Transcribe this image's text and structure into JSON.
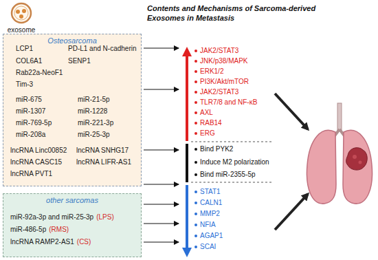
{
  "diagram": {
    "title": "Contents and Mechanisms of Sarcoma-derived Exosomes in Metastasis",
    "nodes": [
      {
        "text": [
          "exosome"
        ]
      },
      {
        "text": [
          "Osteosarcoma",
          "LCP1",
          "PD-L1 and N-cadherin",
          "COL6A1",
          "SENP1",
          "Rab22a-NeoF1",
          "Tim-3",
          "miR-675",
          "miR-21-5p",
          "miR-1307",
          "miR-1228",
          "miR-769-5p",
          "miR-221-3p",
          "miR-208a",
          "miR-25-3p",
          "lncRNA Linc00852",
          "lncRNA SNHG17",
          "lncRNA CASC15",
          "lncRNA LIFR-AS1",
          "lncRNA PVT1"
        ]
      },
      {
        "text": [
          "other sarcomas",
          "miR-92a-3p and miR-25-3p",
          "(LPS)",
          "miR-486-5p",
          "(RMS)",
          "lncRNA RAMP2-AS1",
          "(CS)"
        ]
      }
    ],
    "labels": [
      "JAK2/STAT3",
      "JNK/p38/MAPK",
      "ERK1/2",
      "PI3K/Akt/mTOR",
      "JAK2/STAT3",
      "TLR7/8 and NF-κB",
      "AXL",
      "RAB14",
      "ERG",
      "Bind PYK2",
      "Induce M2 polarization",
      "Bind miR-2355-5p",
      "STAT1",
      "CALN1",
      "MMP2",
      "NFIA",
      "AGAP1",
      "SCAI"
    ]
  }
}
